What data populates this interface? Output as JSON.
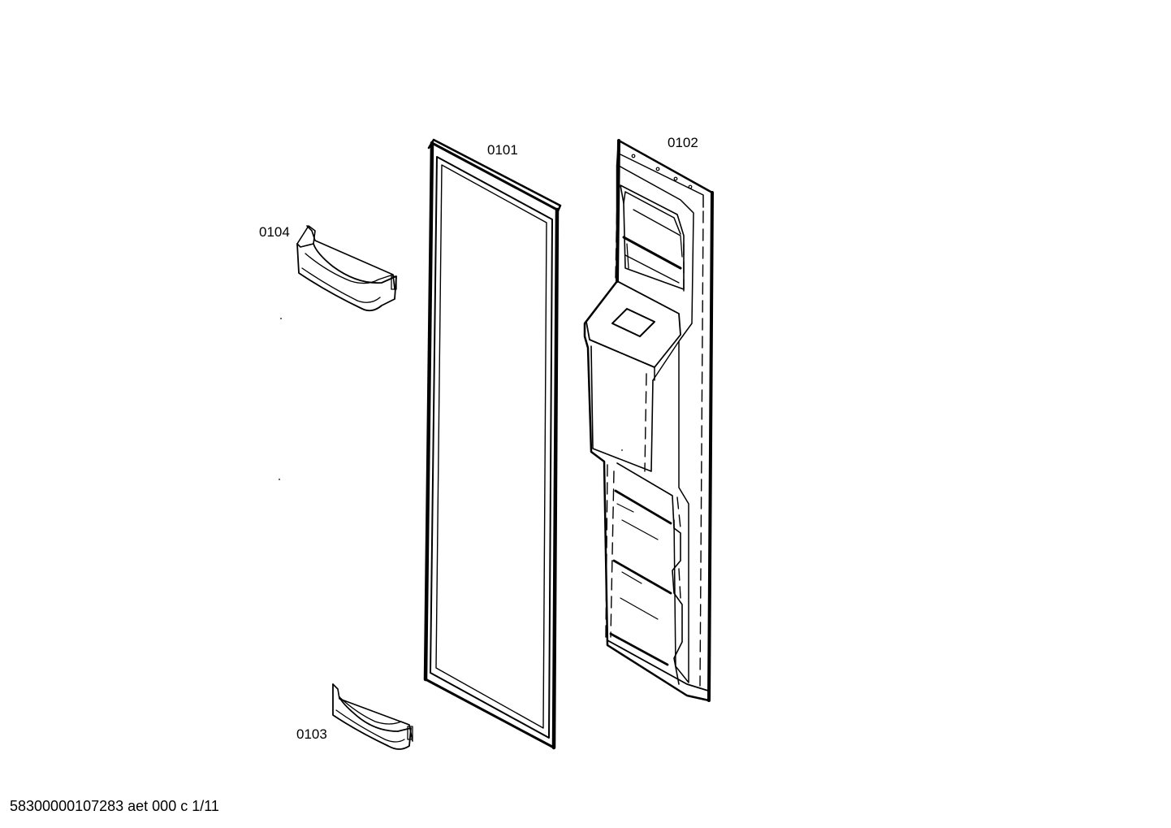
{
  "parts": {
    "gasket": {
      "number": "0101"
    },
    "door_liner": {
      "number": "0102"
    },
    "lower_shelf": {
      "number": "0103"
    },
    "upper_shelf": {
      "number": "0104"
    }
  },
  "footer": {
    "code": "58300000107283 aet 000 c 1/11"
  },
  "colors": {
    "line": "#000000",
    "background": "#ffffff"
  }
}
